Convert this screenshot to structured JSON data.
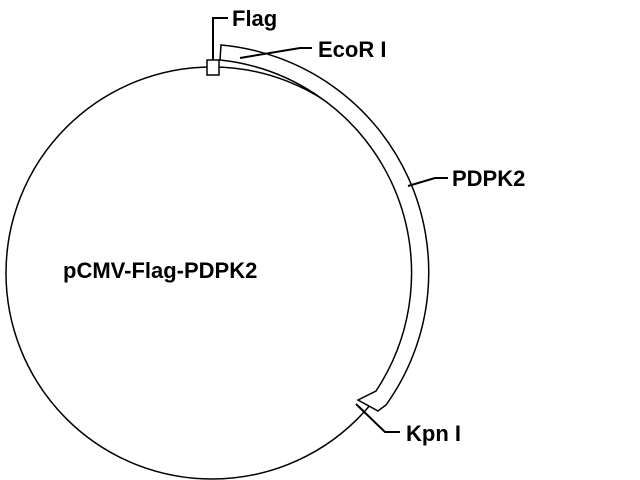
{
  "plasmid": {
    "name": "pCMV-Flag-PDPK2",
    "features": {
      "flag": "Flag",
      "ecori": "EcoR I",
      "insert": "PDPK2",
      "kpni": "Kpn I"
    }
  },
  "colors": {
    "line": "#000000",
    "background": "#ffffff",
    "insert_fill": "#ffffff"
  }
}
